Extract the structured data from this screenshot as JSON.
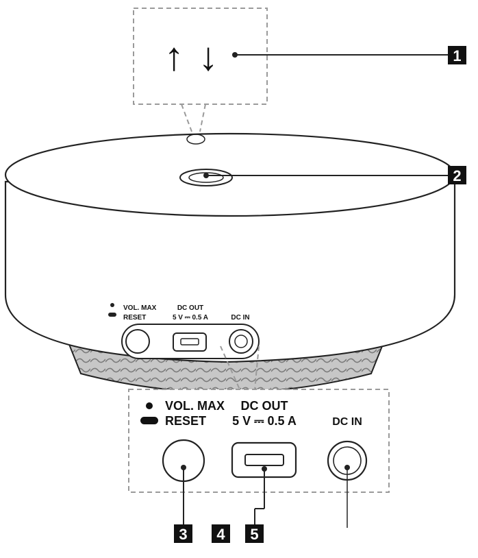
{
  "top_panel": {
    "up_arrow_glyph": "↑",
    "down_arrow_glyph": "↓"
  },
  "device_panel": {
    "vol_max_label": "VOL. MAX",
    "reset_label": "RESET",
    "dc_out_label": "DC OUT",
    "dc_out_rating": "5 V ⎓ 0.5 A",
    "dc_in_label": "DC IN"
  },
  "zoom_panel": {
    "vol_max_label": "VOL. MAX",
    "reset_label": "RESET",
    "dc_out_label": "DC OUT",
    "dc_out_rating": "5 V ⎓ 0.5 A",
    "dc_in_label": "DC IN"
  },
  "callouts": {
    "c1": "1",
    "c2": "2",
    "c3": "3",
    "c4": "4",
    "c5": "5"
  },
  "colors": {
    "line": "#222222",
    "dashed": "#9a9a9a",
    "callout_bg": "#111111",
    "base_shade": "#bdbdbd"
  }
}
